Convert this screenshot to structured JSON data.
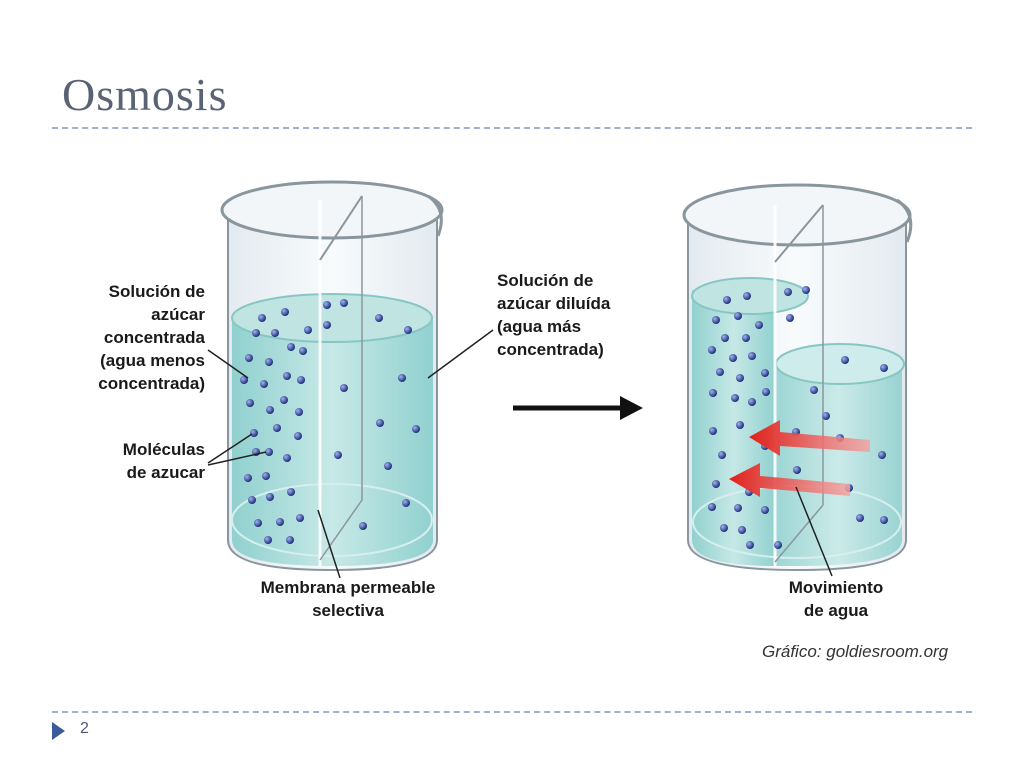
{
  "slide": {
    "title": "Osmosis",
    "page_number": "2"
  },
  "diagram": {
    "label_concentrated": [
      "Solución de",
      "azúcar",
      "concentrada",
      "(agua menos",
      "concentrada)"
    ],
    "label_molecules": [
      "Moléculas",
      "de azucar"
    ],
    "label_diluted": [
      "Solución de",
      "azúcar diluída",
      "(agua más",
      "concentrada)"
    ],
    "label_membrane": [
      "Membrana permeable",
      "selectiva"
    ],
    "label_water_movement": [
      "Movimiento",
      "de agua"
    ],
    "credit": "Gráfico: goldiesroom.org"
  },
  "colors": {
    "water": "#a9d9d8",
    "water_dark": "#7fc1c0",
    "molecule": "#2e3f8f",
    "arrow_red": "#e02020",
    "accent": "#3a5a9c"
  }
}
